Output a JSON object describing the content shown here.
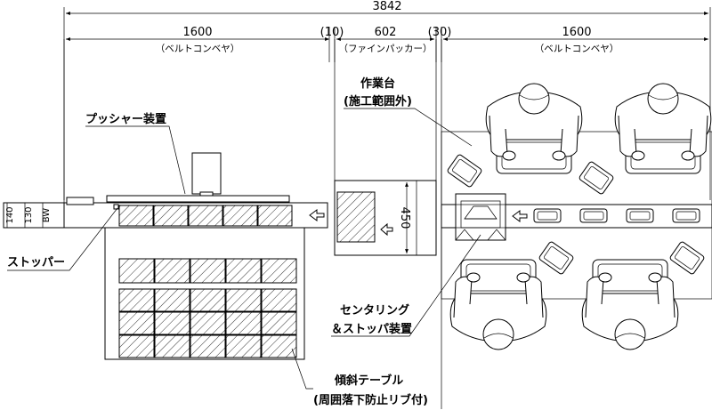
{
  "dimensions": {
    "overall": "3842",
    "left_conveyor": "1600",
    "gap_left": "(10)",
    "packer": "602",
    "gap_right": "(30)",
    "right_conveyor": "1600",
    "packer_depth": "450",
    "bw_total": "140",
    "bw_belt": "130",
    "bw_label": "BW"
  },
  "captions": {
    "left_conveyor": "（ベルトコンベヤ）",
    "packer": "（ファインパッカー）",
    "right_conveyor": "（ベルトコンベヤ）"
  },
  "labels": {
    "pusher": "プッシャー装置",
    "stopper": "ストッパー",
    "workbench_1": "作業台",
    "workbench_2": "(施工範囲外)",
    "centering_1": "センタリング",
    "centering_2": "＆ストッパ装置",
    "tilt_table_1": "傾斜テーブル",
    "tilt_table_2": "(周囲落下防止リブ付)"
  }
}
